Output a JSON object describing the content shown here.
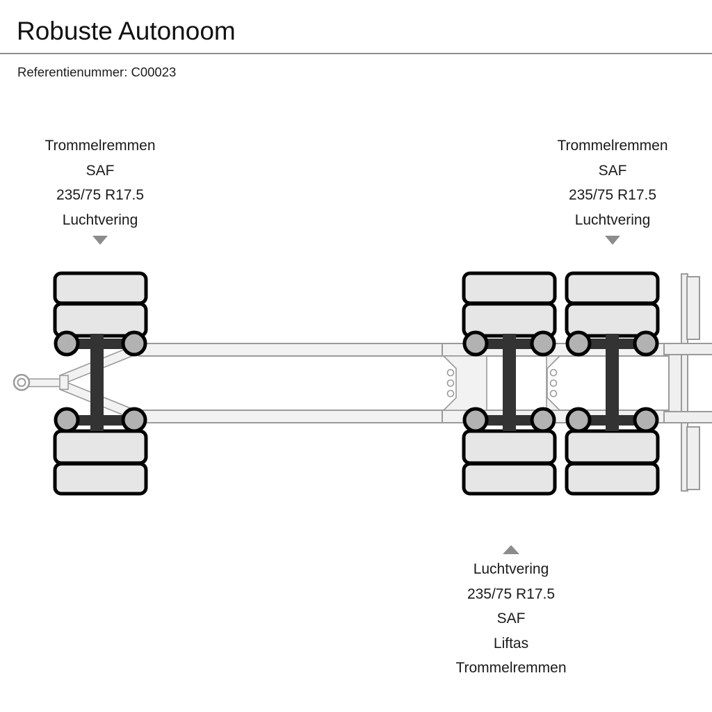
{
  "header": {
    "title": "Robuste Autonoom",
    "reference_label": "Referentienummer:",
    "reference_value": "C00023",
    "reference_line": "Referentienummer: C00023",
    "divider_color": "#8e8e8e"
  },
  "callouts": {
    "front_axle": {
      "position": "top-left",
      "marker": "triangle-down",
      "marker_color": "#8c8c8c",
      "lines": [
        "Trommelremmen",
        "SAF",
        "235/75 R17.5",
        "Luchtvering"
      ]
    },
    "rear_axle": {
      "position": "top-right",
      "marker": "triangle-down",
      "marker_color": "#8c8c8c",
      "lines": [
        "Trommelremmen",
        "SAF",
        "235/75 R17.5",
        "Luchtvering"
      ]
    },
    "bogie": {
      "position": "bottom-center",
      "marker": "triangle-up",
      "marker_color": "#8c8c8c",
      "lines": [
        "Luchtvering",
        "235/75 R17.5",
        "SAF",
        "Liftas",
        "Trommelremmen"
      ]
    }
  },
  "diagram": {
    "type": "trailer-top-view-schematic",
    "axle_count": 3,
    "tires_per_axle": 4,
    "colors": {
      "tire_fill": "#e6e6e6",
      "tire_stroke": "#000000",
      "hub_fill": "#b2b2b2",
      "hub_stroke": "#000000",
      "axle_beam": "#333333",
      "chassis_fill": "#f2f2f2",
      "chassis_stroke": "#9a9a9a",
      "background": "#ffffff"
    },
    "parts": [
      "drawbar-eye",
      "a-frame-drawbar",
      "front-axle",
      "chassis-rails",
      "bolt-hole-plates",
      "rear-axle-1",
      "rear-axle-2",
      "rear-crossmember"
    ]
  }
}
